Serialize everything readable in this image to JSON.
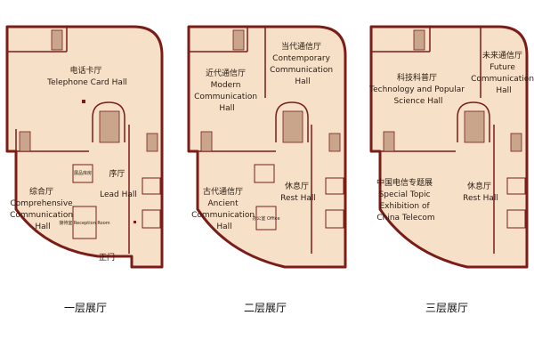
{
  "floors": [
    {
      "caption": "一层展厅",
      "halls": [
        {
          "lines": [
            "电话卡厅",
            "Telephone Card Hall"
          ]
        },
        {
          "lines": [
            "综合厅",
            "Comprehensive",
            "Communication",
            "Hall"
          ]
        },
        {
          "lines": [
            "序厅",
            "Lead Hall"
          ]
        }
      ],
      "small_labels": [
        "展品库房",
        "接待室 Reception Room",
        "正门"
      ]
    },
    {
      "caption": "二层展厅",
      "halls": [
        {
          "lines": [
            "近代通信厅",
            "Modern",
            "Communication",
            "Hall"
          ]
        },
        {
          "lines": [
            "当代通信厅",
            "Contemporary",
            "Communication",
            "Hall"
          ]
        },
        {
          "lines": [
            "古代通信厅",
            "Ancient",
            "Communication",
            "Hall"
          ]
        },
        {
          "lines": [
            "休息厅",
            "Rest Hall"
          ]
        }
      ],
      "small_labels": [
        "办公室 Office"
      ]
    },
    {
      "caption": "三层展厅",
      "halls": [
        {
          "lines": [
            "科技科普厅",
            "Technology and Popular",
            "Science Hall"
          ]
        },
        {
          "lines": [
            "未来通信厅",
            "Future",
            "Communication",
            "Hall"
          ]
        },
        {
          "lines": [
            "中国电信专题展",
            "Special Topic",
            "Exhibition of",
            "China Telecom"
          ]
        },
        {
          "lines": [
            "休息厅",
            "Rest Hall"
          ]
        }
      ],
      "small_labels": []
    }
  ],
  "colors": {
    "wall": "#7a1c18",
    "floor": "#f6e1c8"
  }
}
